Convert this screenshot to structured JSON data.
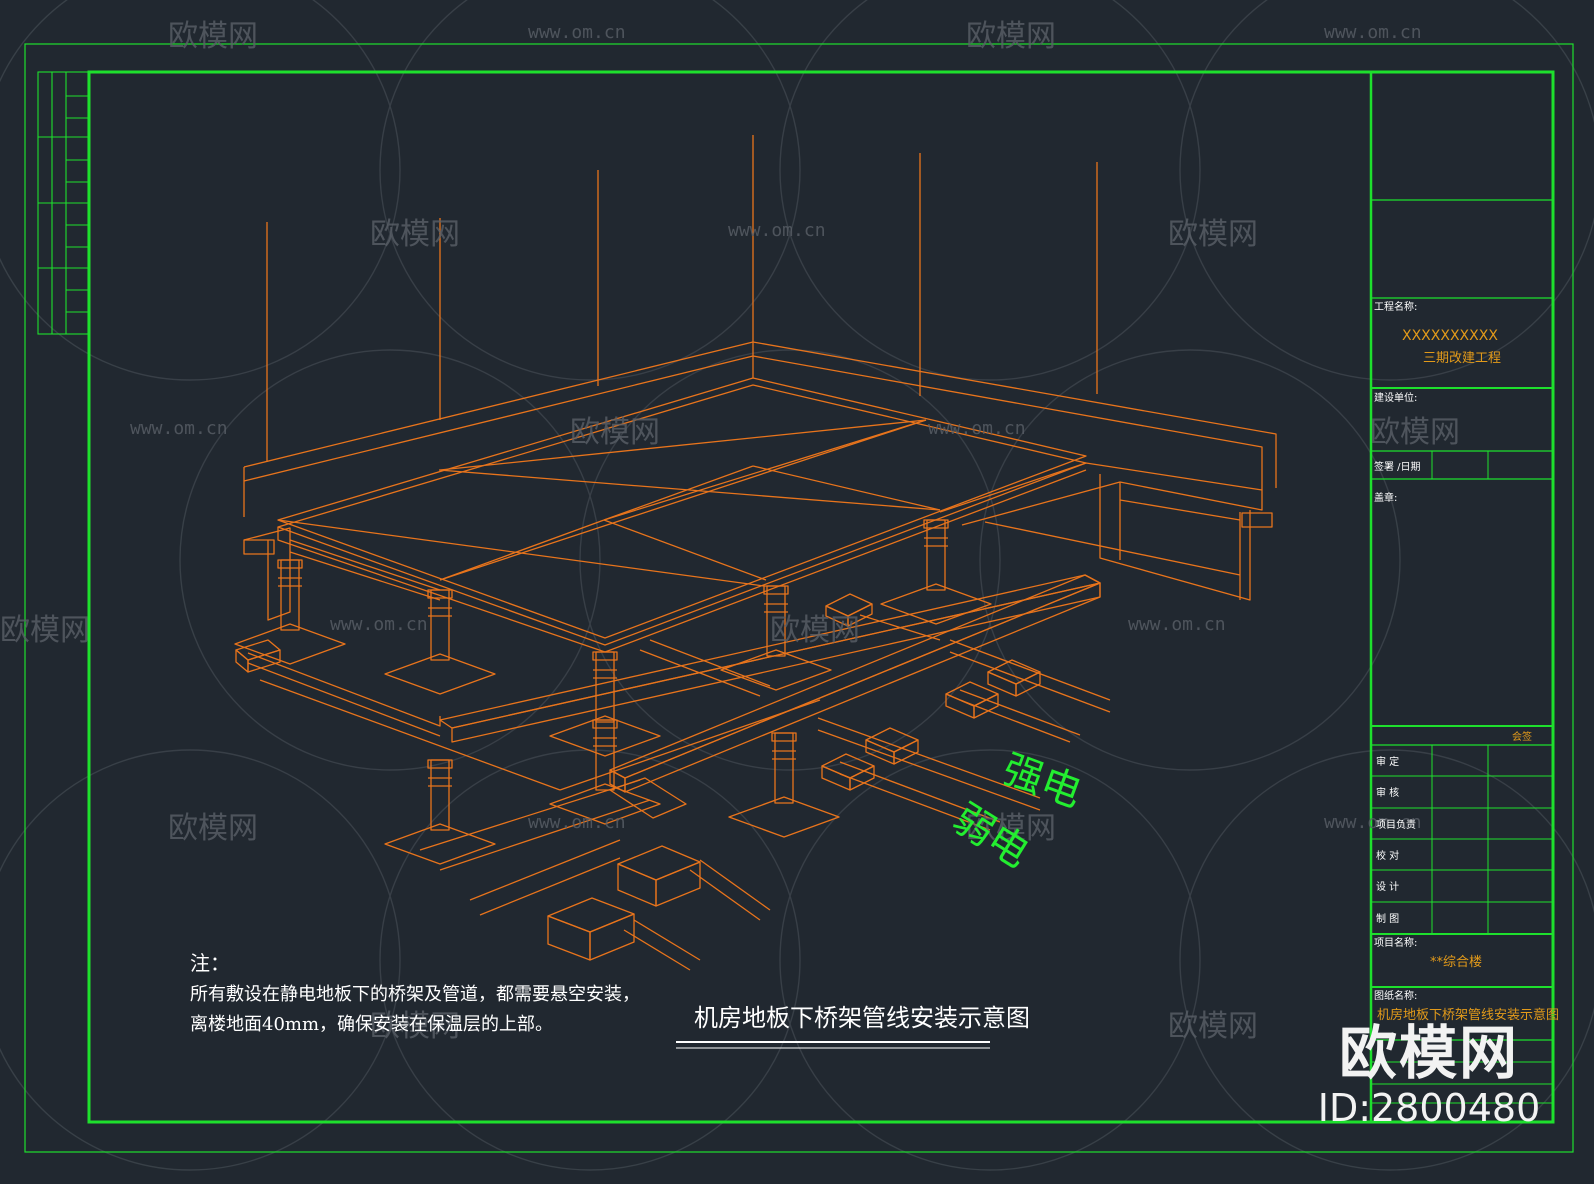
{
  "colors": {
    "background": "#212830",
    "frame": "#1ee02d",
    "drawing": "#e8741c",
    "green_text": "#23ee30",
    "white_text": "#ffffff",
    "watermark": "#5a6068",
    "orange_text": "#e29a1a"
  },
  "watermark": {
    "brand": "欧模网",
    "url": "www.om.cn"
  },
  "drawing": {
    "title": "机房地板下桥架管线安装示意图",
    "label_strong": "强电",
    "label_weak": "弱电",
    "note_head": "注：",
    "note_line1": "所有敷设在静电地板下的桥架及管道，都需要悬空安装，",
    "note_line2": "离楼地面40mm，确保安装在保温层的上部。"
  },
  "title_block": {
    "project_name_label": "工程名称:",
    "project_name_code": "XXXXXXXXXX",
    "project_name_value": "三期改建工程",
    "build_unit_label": "建设单位:",
    "sign_date_label": "签署 /日期",
    "stamp_label": "盖章:",
    "countersign_label": "会签",
    "roles": [
      "审  定",
      "审  核",
      "项目负责",
      "校  对",
      "设  计",
      "制  图"
    ],
    "item_name_label": "项目名称:",
    "item_name_value": "**综合楼",
    "drawing_name_label": "图纸名称:",
    "drawing_name_value": "机房地板下桥架管线安装示意图"
  },
  "brand_overlay": {
    "logo": "欧模网",
    "id": "ID:2800480"
  }
}
